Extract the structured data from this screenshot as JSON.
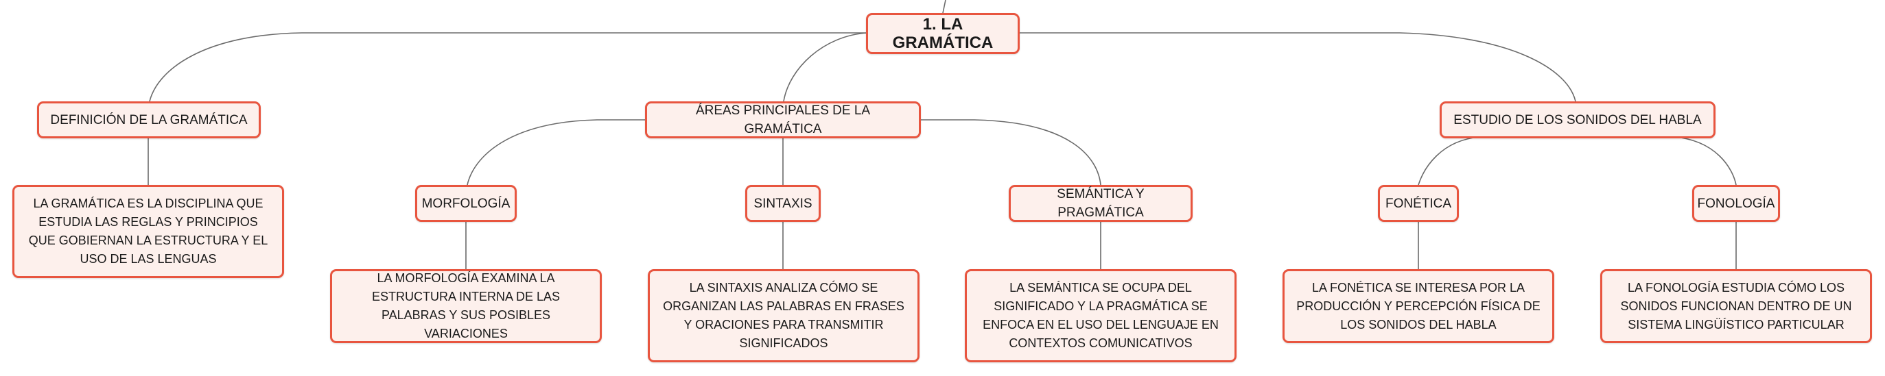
{
  "mindmap": {
    "root": {
      "label": "1. LA GRAMÁTICA"
    },
    "branches": [
      {
        "label": "DEFINICIÓN DE LA GRAMÁTICA",
        "text": "LA GRAMÁTICA ES LA DISCIPLINA QUE ESTUDIA LAS REGLAS Y PRINCIPIOS QUE GOBIERNAN LA ESTRUCTURA Y EL USO DE LAS LENGUAS"
      },
      {
        "label": "ÁREAS PRINCIPALES DE LA GRAMÁTICA",
        "children": [
          {
            "label": "MORFOLOGÍA",
            "text": "LA MORFOLOGÍA EXAMINA LA ESTRUCTURA INTERNA DE LAS PALABRAS Y SUS POSIBLES VARIACIONES"
          },
          {
            "label": "SINTAXIS",
            "text": "LA SINTAXIS ANALIZA CÓMO SE ORGANIZAN LAS PALABRAS EN FRASES Y ORACIONES PARA TRANSMITIR SIGNIFICADOS"
          },
          {
            "label": "SEMÁNTICA Y PRAGMÁTICA",
            "text": "LA SEMÁNTICA SE OCUPA DEL SIGNIFICADO Y LA PRAGMÁTICA SE ENFOCA EN EL USO DEL LENGUAJE EN CONTEXTOS COMUNICATIVOS"
          }
        ]
      },
      {
        "label": "ESTUDIO DE LOS SONIDOS DEL HABLA",
        "children": [
          {
            "label": "FONÉTICA",
            "text": "LA FONÉTICA SE INTERESA POR LA PRODUCCIÓN Y PERCEPCIÓN FÍSICA DE LOS SONIDOS DEL HABLA"
          },
          {
            "label": "FONOLOGÍA",
            "text": "LA FONOLOGÍA ESTUDIA CÓMO LOS SONIDOS FUNCIONAN DENTRO DE UN SISTEMA LINGÜÍSTICO PARTICULAR"
          }
        ]
      }
    ]
  },
  "colors": {
    "node_border": "#e8553f",
    "node_fill": "#fdf0ec",
    "connector": "#6b6b6b"
  }
}
